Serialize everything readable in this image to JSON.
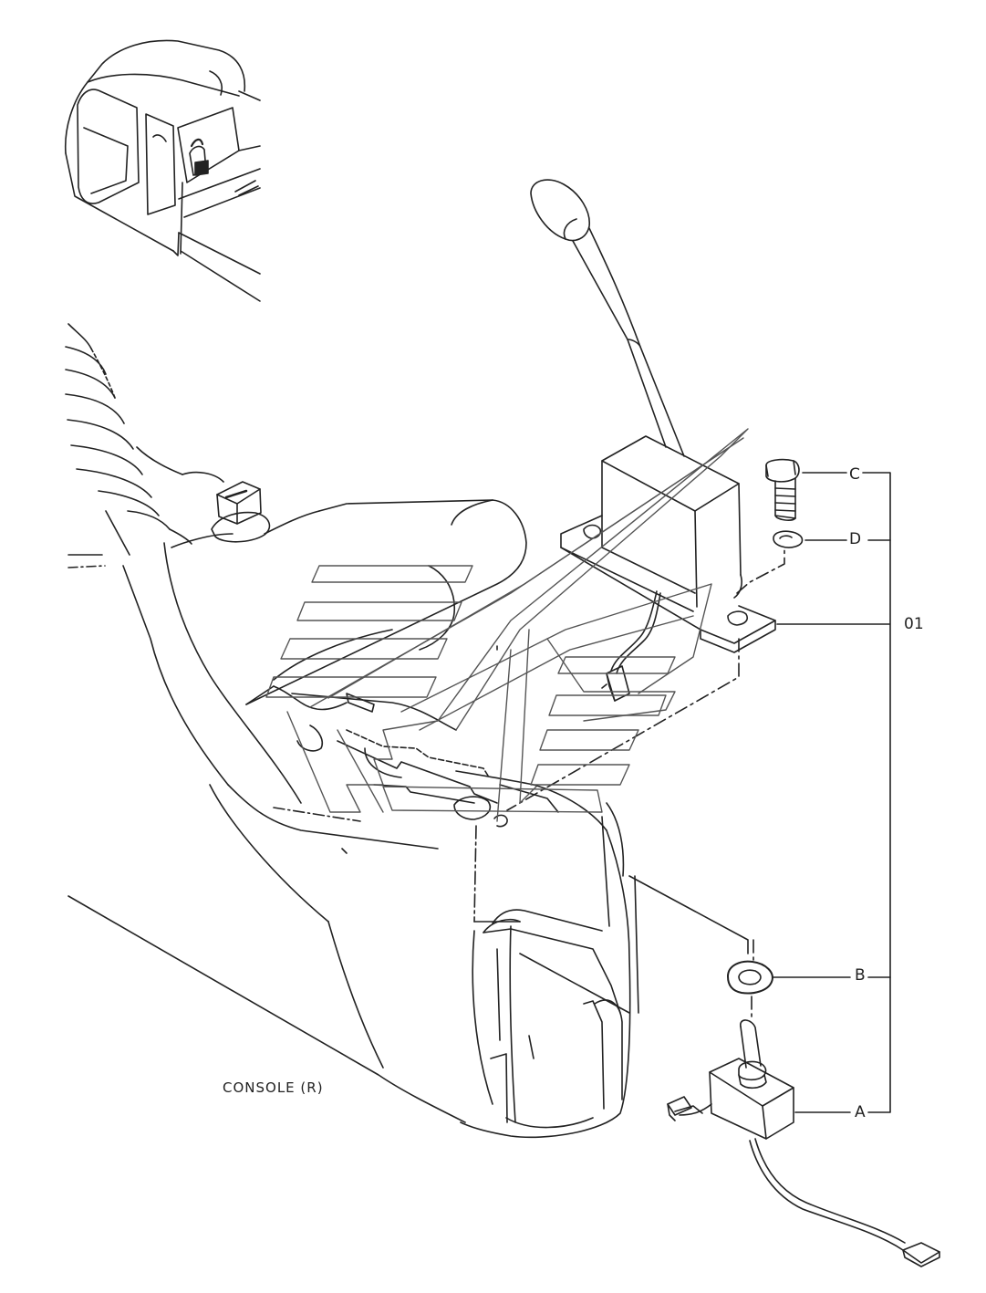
{
  "diagram": {
    "callouts": [
      {
        "id": "C",
        "text": "C"
      },
      {
        "id": "D",
        "text": "D"
      },
      {
        "id": "01",
        "text": "01"
      },
      {
        "id": "B",
        "text": "B"
      },
      {
        "id": "A",
        "text": "A"
      }
    ],
    "caption": "CONSOLE (R)",
    "line_color": "#222222",
    "watermark_color": "#555555"
  }
}
